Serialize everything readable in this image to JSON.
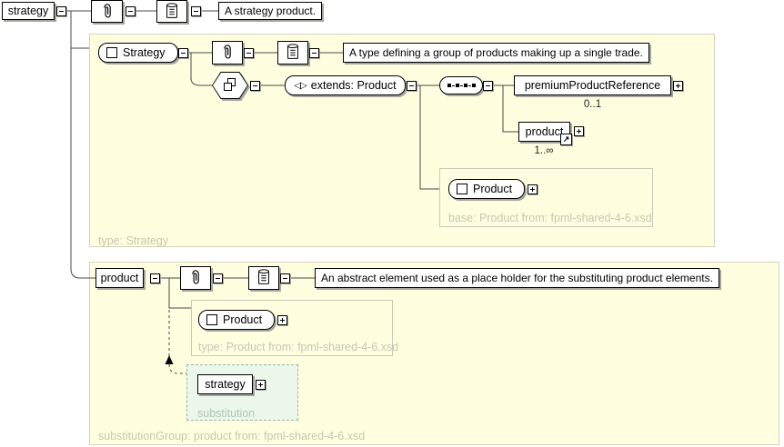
{
  "root": {
    "element_label": "strategy",
    "annotation_text": "A strategy product."
  },
  "strategy_section": {
    "type_name": "Strategy",
    "annotation_text": "A type defining a group of products making up a single trade.",
    "extends_label": "extends: Product",
    "premium_ref": {
      "label": "premiumProductReference",
      "occurs": "0..1"
    },
    "product_child": {
      "label": "product",
      "occurs": "1..∞"
    },
    "base_type": {
      "name": "Product",
      "caption": "base: Product from: fpml-shared-4-6.xsd"
    },
    "footer": "type: Strategy"
  },
  "product_section": {
    "element_label": "product",
    "annotation_text": "An abstract element used as a place holder for the substituting product elements.",
    "type_box": {
      "name": "Product",
      "caption": "type: Product from: fpml-shared-4-6.xsd"
    },
    "substitution": {
      "element_label": "strategy",
      "caption": "substitution"
    },
    "footer": "substitutionGroup: product from: fpml-shared-4-6.xsd"
  },
  "icons": {
    "extends_arrows": "◁▷",
    "reference_arrow": "↗"
  },
  "colors": {
    "container_fill": "#FFFFE0",
    "container_border": "#D6D2BE",
    "substitution_fill": "#EAF7EA",
    "substitution_border": "#9FB49F",
    "muted_label": "#C6C6B2",
    "node_border": "#000000",
    "shadow": "#A6A69E"
  }
}
